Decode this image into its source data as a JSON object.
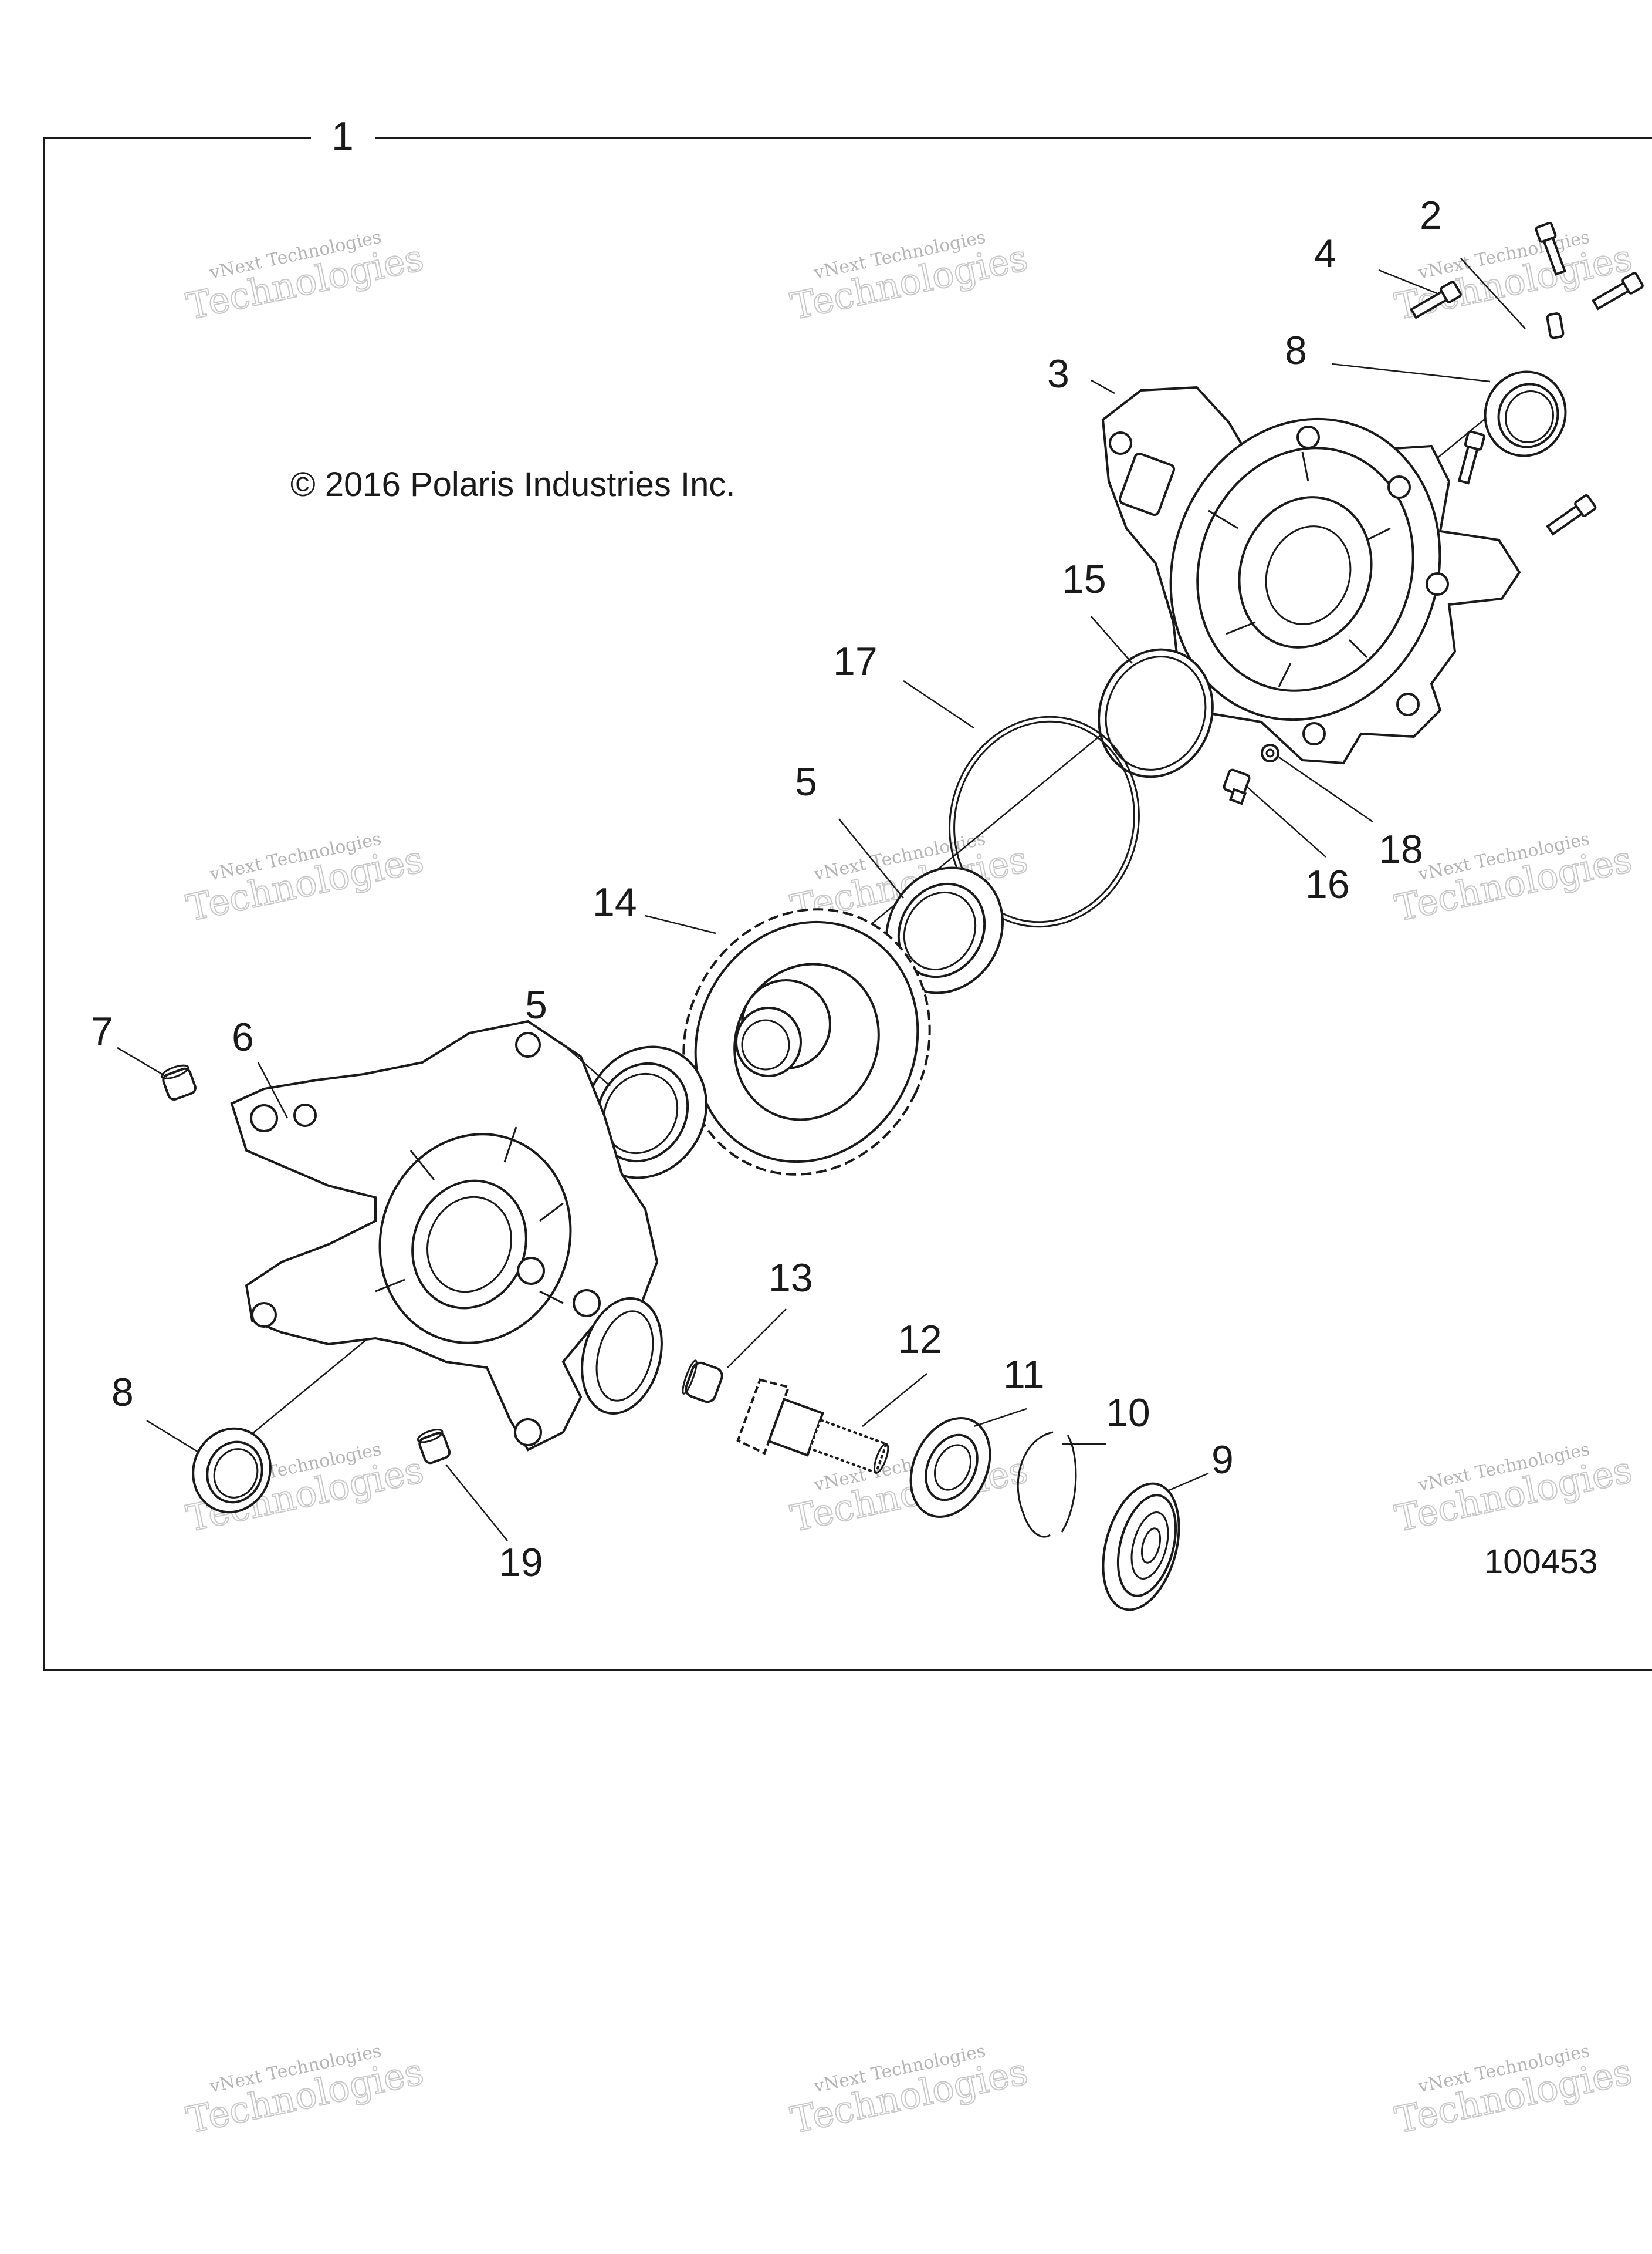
{
  "frame": {
    "group_number": "1"
  },
  "copyright": "© 2016 Polaris Industries Inc.",
  "reference_number": "100453",
  "watermark": {
    "line1": "vNext Technologies",
    "line2": "Technologies"
  },
  "callouts": {
    "c1": "1",
    "c2": "2",
    "c3": "3",
    "c4": "4",
    "c5a": "5",
    "c5b": "5",
    "c6": "6",
    "c7": "7",
    "c8a": "8",
    "c8b": "8",
    "c9": "9",
    "c10": "10",
    "c11": "11",
    "c12": "12",
    "c13": "13",
    "c14": "14",
    "c15": "15",
    "c16": "16",
    "c17": "17",
    "c18": "18",
    "c19": "19"
  }
}
